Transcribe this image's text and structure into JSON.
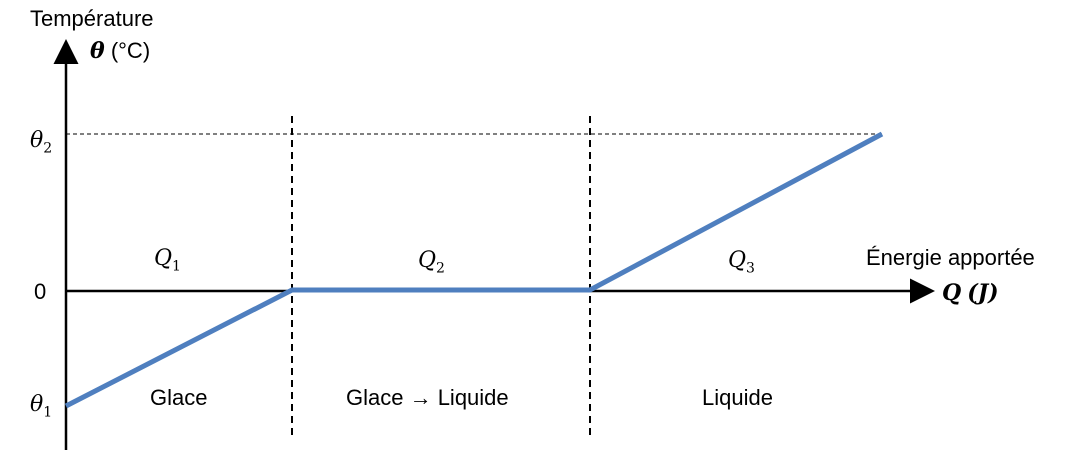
{
  "y_axis": {
    "title": "Température",
    "symbol": "θ",
    "unit": "(°C)"
  },
  "x_axis": {
    "title": "Énergie apportée",
    "symbol": "Q",
    "unit": "(J)"
  },
  "y_ticks": {
    "theta2": "θ",
    "theta2_sub": "2",
    "zero": "0",
    "theta1": "θ",
    "theta1_sub": "1"
  },
  "segments": [
    {
      "q": "Q",
      "q_sub": "1",
      "phase": "Glace"
    },
    {
      "q": "Q",
      "q_sub": "2",
      "phase": "Glace → Liquide"
    },
    {
      "q": "Q",
      "q_sub": "3",
      "phase": "Liquide"
    }
  ],
  "colors": {
    "curve": "#4f7fbf",
    "axis": "#000000"
  }
}
